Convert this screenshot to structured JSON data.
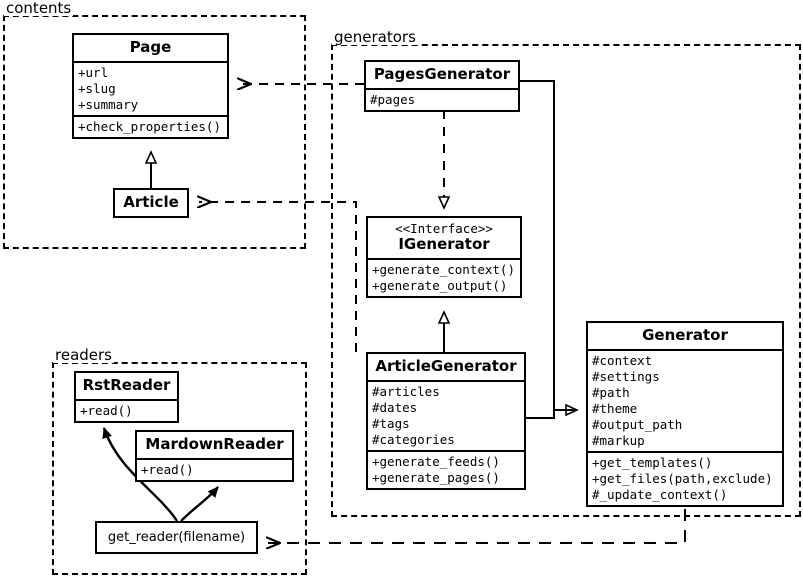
{
  "diagram": {
    "type": "uml-class-diagram",
    "packages": [
      {
        "id": "contents",
        "label": "contents"
      },
      {
        "id": "generators",
        "label": "generators"
      },
      {
        "id": "readers",
        "label": "readers"
      }
    ],
    "classes": {
      "page": {
        "name": "Page",
        "attributes": [
          "+url",
          "+slug",
          "+summary"
        ],
        "operations": [
          "+check_properties()"
        ]
      },
      "article": {
        "name": "Article",
        "attributes": [],
        "operations": []
      },
      "pages_generator": {
        "name": "PagesGenerator",
        "attributes": [
          "#pages"
        ],
        "operations": []
      },
      "igenerator": {
        "stereotype": "<<Interface>>",
        "name": "IGenerator",
        "attributes": [],
        "operations": [
          "+generate_context()",
          "+generate_output()"
        ]
      },
      "article_generator": {
        "name": "ArticleGenerator",
        "attributes": [
          "#articles",
          "#dates",
          "#tags",
          "#categories"
        ],
        "operations": [
          "+generate_feeds()",
          "+generate_pages()"
        ]
      },
      "generator": {
        "name": "Generator",
        "attributes": [
          "#context",
          "#settings",
          "#path",
          "#theme",
          "#output_path",
          "#markup"
        ],
        "operations": [
          "+get_templates()",
          "+get_files(path,exclude)",
          "#_update_context()"
        ]
      },
      "rst_reader": {
        "name": "RstReader",
        "attributes": [],
        "operations": [
          "+read()"
        ]
      },
      "mardown_reader": {
        "name": "MardownReader",
        "attributes": [],
        "operations": [
          "+read()"
        ]
      },
      "get_reader": {
        "name": "get_reader(filename)",
        "attributes": [],
        "operations": []
      }
    },
    "relationships": [
      {
        "from": "article",
        "to": "page",
        "kind": "generalization"
      },
      {
        "from": "pages_generator",
        "to": "page",
        "kind": "dependency"
      },
      {
        "from": "article_generator",
        "to": "article",
        "kind": "dependency"
      },
      {
        "from": "pages_generator",
        "to": "igenerator",
        "kind": "realization"
      },
      {
        "from": "article_generator",
        "to": "igenerator",
        "kind": "generalization"
      },
      {
        "from": "pages_generator",
        "to": "generator",
        "kind": "generalization"
      },
      {
        "from": "article_generator",
        "to": "generator",
        "kind": "generalization"
      },
      {
        "from": "generator",
        "to": "get_reader",
        "kind": "dependency"
      },
      {
        "from": "get_reader",
        "to": "rst_reader",
        "kind": "creates"
      },
      {
        "from": "get_reader",
        "to": "mardown_reader",
        "kind": "creates"
      }
    ],
    "colors": {
      "stroke": "#000000",
      "fill": "#ffffff"
    }
  }
}
